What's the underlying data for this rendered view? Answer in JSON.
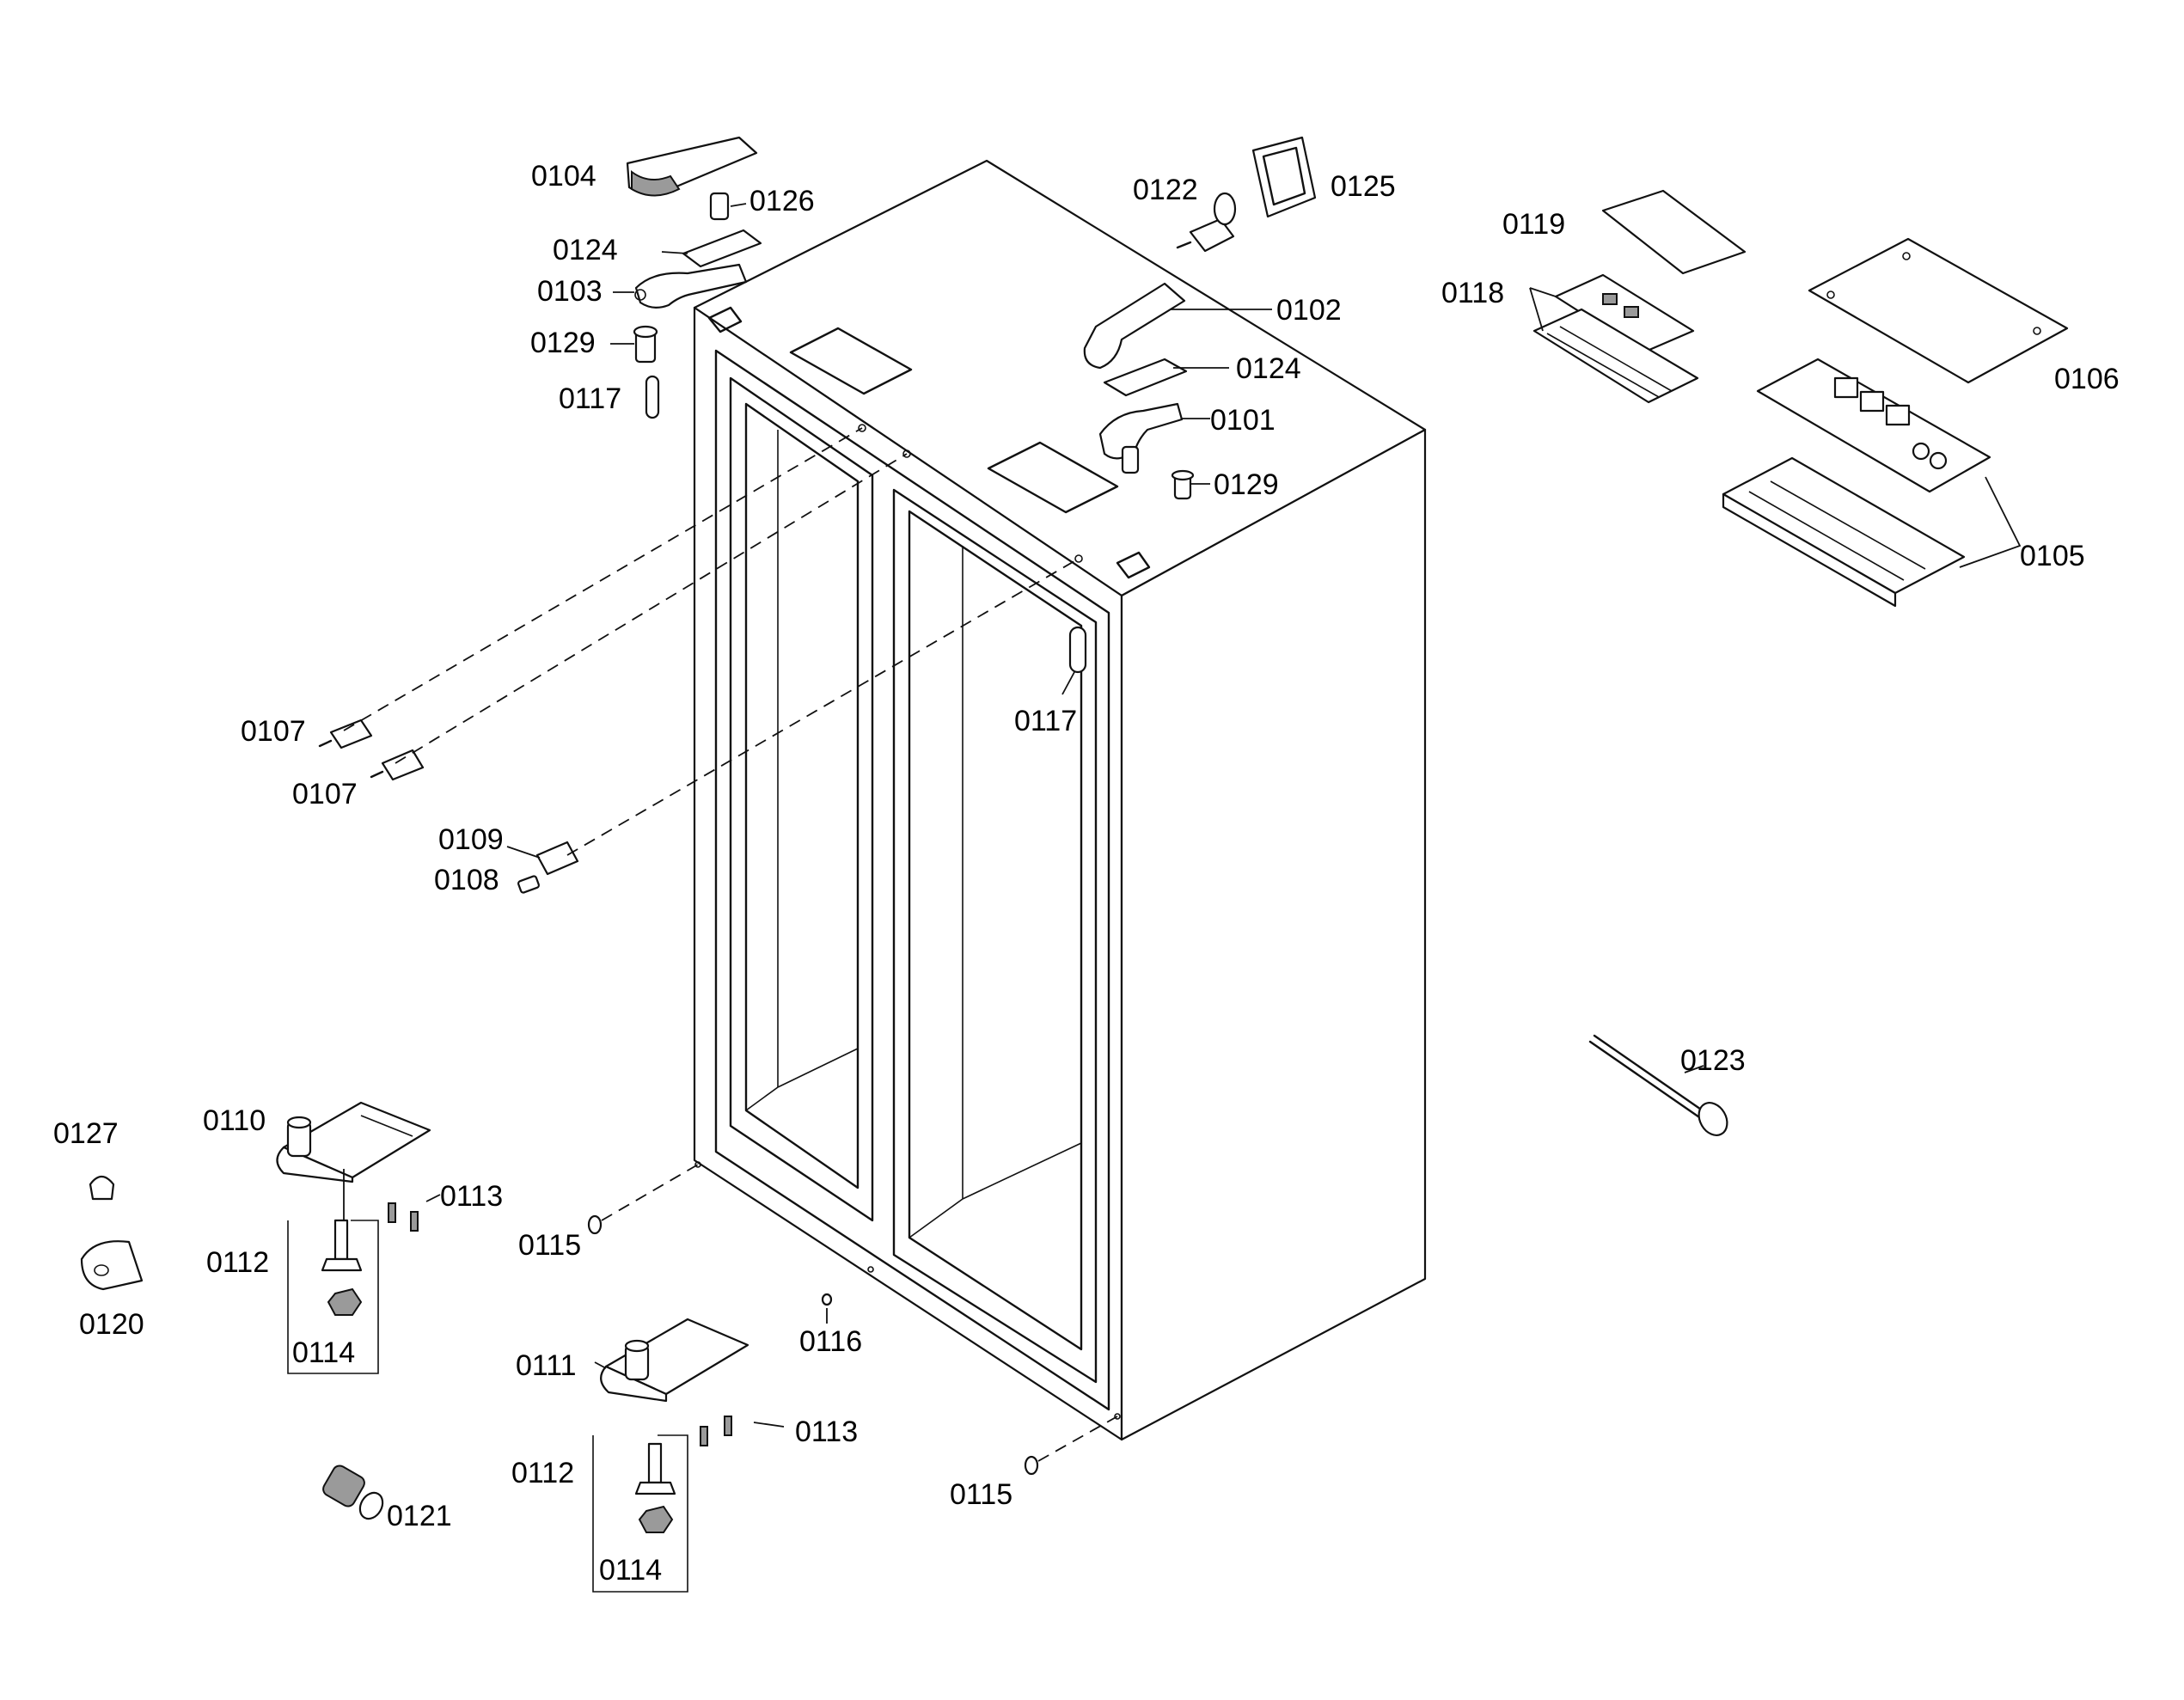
{
  "labels": {
    "l0104": "0104",
    "l0126": "0126",
    "l0124a": "0124",
    "l0103": "0103",
    "l0129a": "0129",
    "l0117a": "0117",
    "l0122": "0122",
    "l0125": "0125",
    "l0102": "0102",
    "l0124b": "0124",
    "l0101": "0101",
    "l0129b": "0129",
    "l0119": "0119",
    "l0118": "0118",
    "l0106": "0106",
    "l0105": "0105",
    "l0117b": "0117",
    "l0107a": "0107",
    "l0107b": "0107",
    "l0109": "0109",
    "l0108": "0108",
    "l0123": "0123",
    "l0127": "0127",
    "l0110": "0110",
    "l0113a": "0113",
    "l0112a": "0112",
    "l0115a": "0115",
    "l0120": "0120",
    "l0114a": "0114",
    "l0116": "0116",
    "l0111": "0111",
    "l0113b": "0113",
    "l0112b": "0112",
    "l0121": "0121",
    "l0115b": "0115",
    "l0114b": "0114"
  }
}
